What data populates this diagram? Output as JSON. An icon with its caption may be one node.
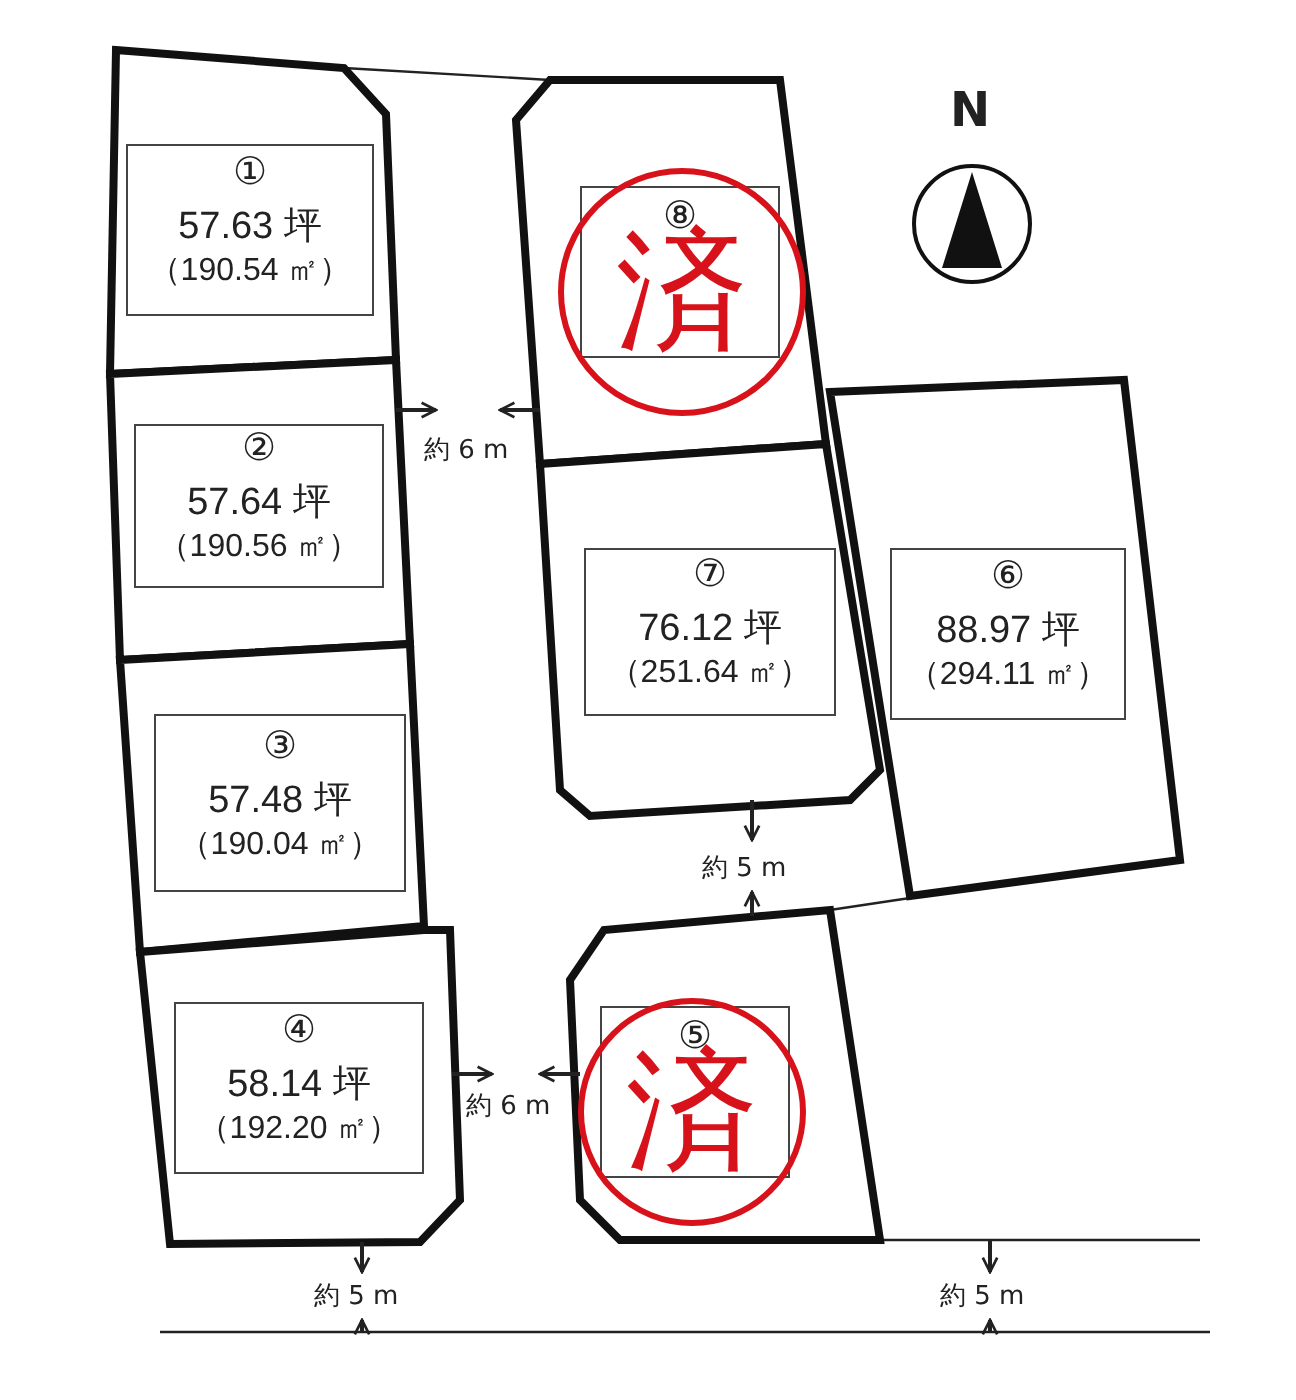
{
  "diagram": {
    "nodes": [
      {
        "text": [
          "①",
          "57.63 坪",
          "（190.54 ㎡）"
        ]
      },
      {
        "text": [
          "⑧",
          "済"
        ]
      },
      {
        "text": [
          "②",
          "57.64 坪",
          "（190.56 ㎡）"
        ]
      },
      {
        "text": [
          "⑦",
          "76.12 坪",
          "（251.64 ㎡）"
        ]
      },
      {
        "text": [
          "⑥",
          "88.97 坪",
          "（294.11 ㎡）"
        ]
      },
      {
        "text": [
          "③",
          "57.48 坪",
          "（190.04 ㎡）"
        ]
      },
      {
        "text": [
          "④",
          "58.14 坪",
          "（192.20 ㎡）"
        ]
      },
      {
        "text": [
          "⑤",
          "済"
        ]
      }
    ],
    "labels": [
      "N",
      "約 6 m",
      "約 5 m",
      "約 6 m",
      "約 5 m",
      "約 5 m"
    ]
  }
}
